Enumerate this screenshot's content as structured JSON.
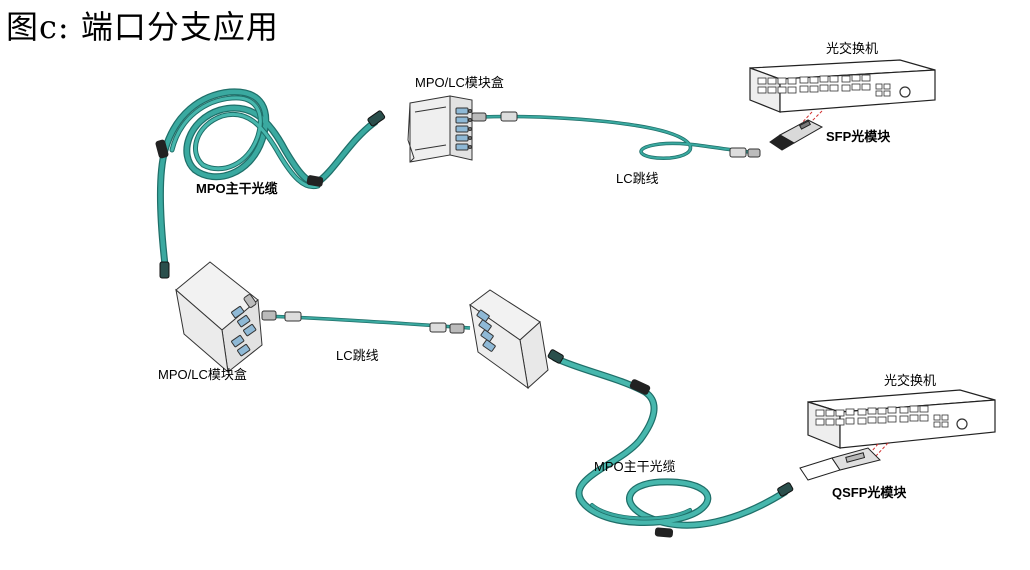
{
  "title": "图c: 端口分支应用",
  "labels": {
    "mpo_trunk_1": "MPO主干光缆",
    "mpo_trunk_2": "MPO主干光缆",
    "cassette_1": "MPO/LC模块盒",
    "cassette_2": "MPO/LC模块盒",
    "lc_patch_1": "LC跳线",
    "lc_patch_2": "LC跳线",
    "switch_1": "光交换机",
    "switch_2": "光交换机",
    "sfp_module": "SFP光模块",
    "qsfp_module": "QSFP光模块"
  },
  "colors": {
    "cable": "#3aa9a0",
    "cable_dark": "#1f6f69",
    "line": "#222222",
    "laser": "#d23030"
  }
}
